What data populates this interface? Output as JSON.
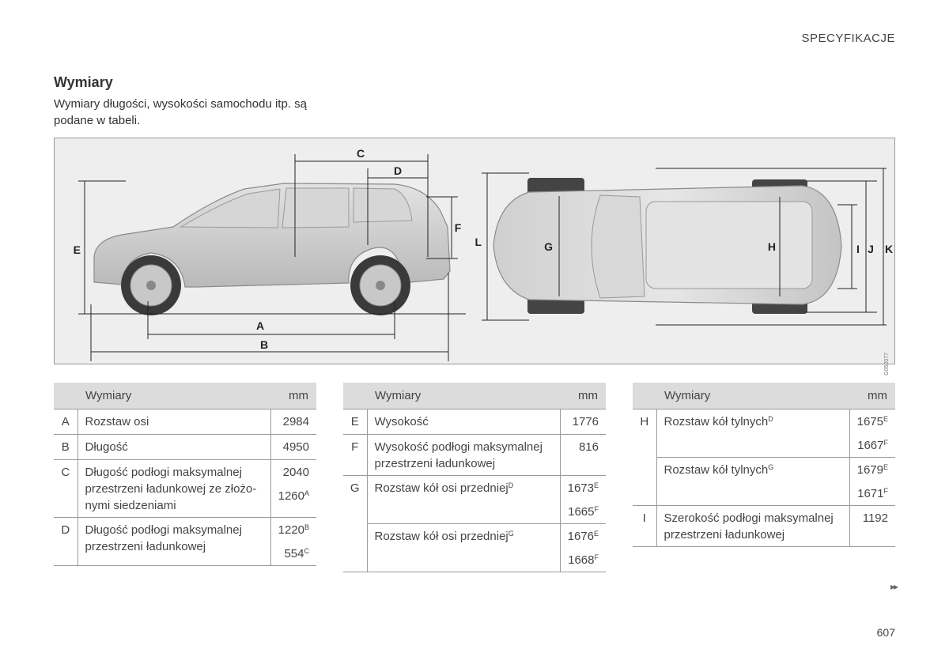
{
  "header": {
    "section": "SPECYFIKACJE"
  },
  "title": "Wymiary",
  "intro": "Wymiary długości, wysokości samochodu itp. są podane w tabeli.",
  "figure": {
    "labels": {
      "A": "A",
      "B": "B",
      "C": "C",
      "D": "D",
      "E": "E",
      "F": "F",
      "G": "G",
      "H": "H",
      "I": "I",
      "J": "J",
      "K": "K",
      "L": "L"
    },
    "code": "G052077"
  },
  "tables": {
    "col_wymiary": "Wymiary",
    "col_mm": "mm",
    "t1": {
      "A": {
        "key": "A",
        "label": "Rozstaw osi",
        "v1": "2984"
      },
      "B": {
        "key": "B",
        "label": "Długość",
        "v1": "4950"
      },
      "C": {
        "key": "C",
        "label": "Długość podłogi maksymalnej przestrzeni ładunkowej ze złożo­nymi siedzeniami",
        "v1": "2040",
        "v2": "1260",
        "v2_sup": "A"
      },
      "D": {
        "key": "D",
        "label": "Długość podłogi maksymalnej przestrzeni ładunkowej",
        "v1": "1220",
        "v1_sup": "B",
        "v2": "554",
        "v2_sup": "C"
      }
    },
    "t2": {
      "E": {
        "key": "E",
        "label": "Wysokość",
        "v1": "1776"
      },
      "F": {
        "key": "F",
        "label": "Wysokość podłogi maksymalnej prze­strzeni ładunkowej",
        "v1": "816"
      },
      "G1": {
        "key": "G",
        "label": "Rozstaw kół osi przedniej",
        "label_sup": "D",
        "v1": "1673",
        "v1_sup": "E",
        "v2": "1665",
        "v2_sup": "F"
      },
      "G2": {
        "label": "Rozstaw kół osi przedniej",
        "label_sup": "G",
        "v1": "1676",
        "v1_sup": "E",
        "v2": "1668",
        "v2_sup": "F"
      }
    },
    "t3": {
      "H1": {
        "key": "H",
        "label": "Rozstaw kół tylnych",
        "label_sup": "D",
        "v1": "1675",
        "v1_sup": "E",
        "v2": "1667",
        "v2_sup": "F"
      },
      "H2": {
        "label": "Rozstaw kół tylnych",
        "label_sup": "G",
        "v1": "1679",
        "v1_sup": "E",
        "v2": "1671",
        "v2_sup": "F"
      },
      "I": {
        "key": "I",
        "label": "Szerokość podłogi maksymalnej przestrzeni ładunkowej",
        "v1": "1192"
      }
    }
  },
  "footer": {
    "next_icon": "double-chevron-right-icon",
    "page_number": "607"
  }
}
